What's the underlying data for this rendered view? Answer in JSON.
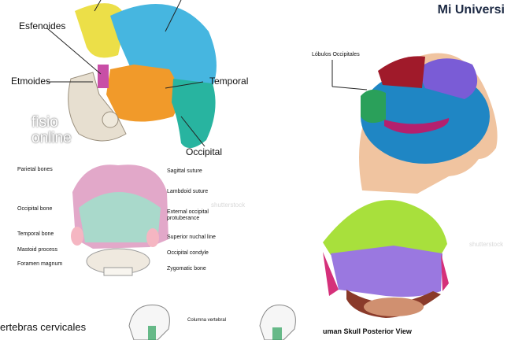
{
  "brand": "Mi Universi",
  "logo": {
    "line1": "fisio",
    "line2": "online"
  },
  "watermark": "shutterstock",
  "tile1": {
    "labels": [
      "Esfenoides",
      "Etmoides",
      "Temporal",
      "Occipital"
    ]
  },
  "tile2": {
    "title": "Lóbulos Occipitales"
  },
  "tile3": {
    "labels_left": [
      "Parietal bones",
      "Occipital bone",
      "Temporal bone",
      "Mastoid process",
      "Foramen magnum"
    ],
    "labels_right": [
      "Sagittal suture",
      "Lambdoid suture",
      "External occipital",
      "protuberance",
      "Superior nuchal line",
      "Occipital condyle",
      "Zygomatic bone"
    ]
  },
  "tile4": {
    "caption": "uman Skull Posterior View"
  },
  "bottom": {
    "left_text": "ertebras cervicales",
    "center_text": "Columna vertebral"
  },
  "colors": {
    "parietal": "#46b6e0",
    "frontal": "#ecdf48",
    "temporal": "#f19a2a",
    "occipital": "#28b4a0",
    "sphenoid": "#c84ea6",
    "brain_frontal": "#7a5cd6",
    "brain_parietal": "#1f86c4",
    "brain_temporal": "#b4206e",
    "brain_occipital": "#2aa05a",
    "brain_top": "#a01a2a"
  }
}
